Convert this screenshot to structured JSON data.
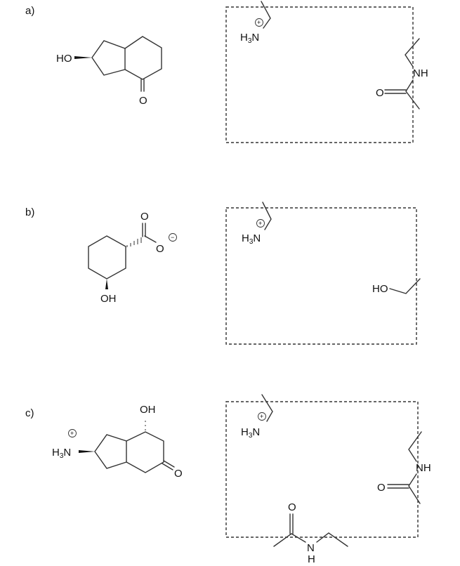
{
  "panels": [
    {
      "label": "a)",
      "molecule": {
        "hydroxyl": "HO",
        "oxygen": "O"
      }
    },
    {
      "label": "b)",
      "molecule": {
        "carbonyl_oxygen": "O",
        "oxide": "O",
        "charge": "−",
        "hydroxyl": "OH"
      }
    },
    {
      "label": "c)",
      "molecule": {
        "hydroxyl": "OH",
        "oxygen": "O",
        "charge": "+"
      }
    }
  ],
  "ammonium": {
    "h": "H",
    "sub": "3",
    "n": "N",
    "charge": "+"
  },
  "site": {
    "amide_nh": "NH",
    "amide_o": "O",
    "hydroxyl": "HO",
    "backbone_n": "N",
    "backbone_h": "H",
    "backbone_o": "O"
  }
}
